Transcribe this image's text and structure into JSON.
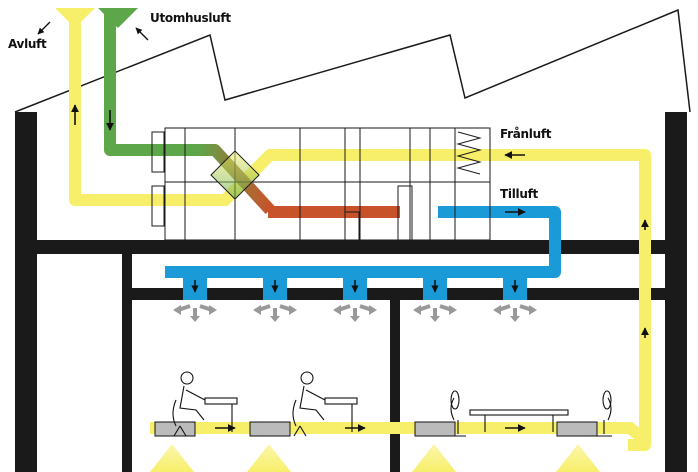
{
  "labels": {
    "avluft": "Avluft",
    "utomhusluft": "Utomhusluft",
    "franluft": "Frånluft",
    "tilluft": "Tilluft"
  },
  "colors": {
    "exhaust_air": "#F7EF6A",
    "outdoor_air": "#5DA64A",
    "warm_supply": "#C8532A",
    "supply_air": "#1A9AD6",
    "structure": "#1a1a1a",
    "floor_inlet": "#F7EF6A"
  },
  "icons": {
    "diffuser_count": 5,
    "floor_units": 4,
    "people": 2
  }
}
